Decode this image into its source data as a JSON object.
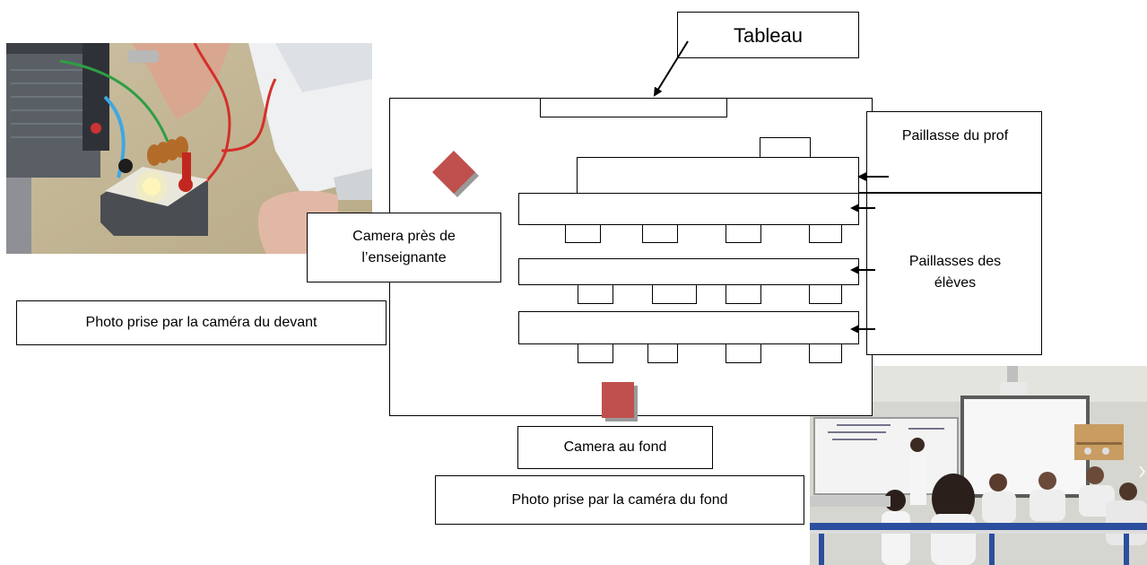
{
  "labels": {
    "tableau": "Tableau",
    "paillasse_prof": "Paillasse du prof",
    "paillasses_eleves": "Paillasses des élèves",
    "camera_pres": "Camera près de l’enseignante",
    "camera_fond": "Camera au fond",
    "photo_devant": "Photo prise par la caméra du devant",
    "photo_fond": "Photo prise par la caméra du fond"
  },
  "colors": {
    "camera": "#c0504d",
    "camera_shadow": "#9a9a9a",
    "outline": "#000000"
  },
  "icons": {
    "camera_front": "diamond-camera-icon",
    "camera_back": "square-camera-icon"
  }
}
